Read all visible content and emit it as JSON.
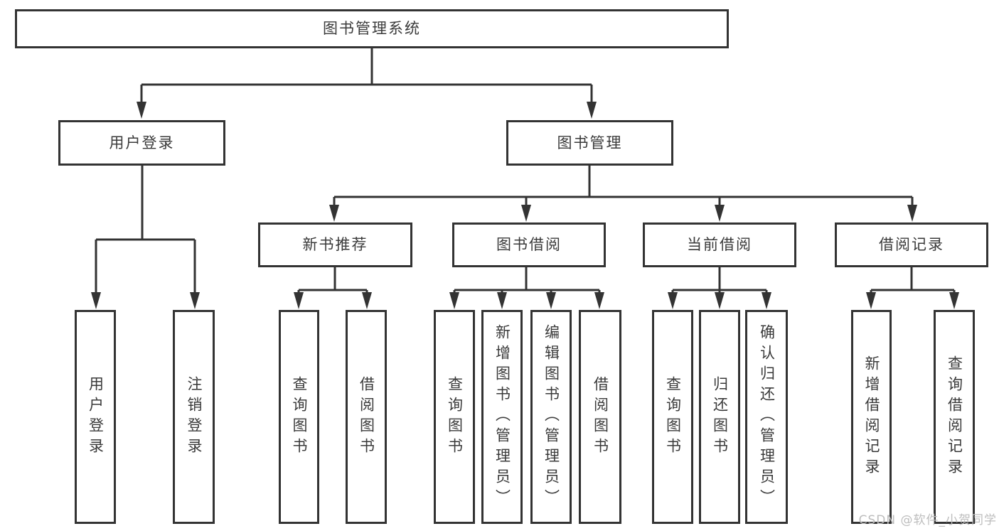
{
  "tree": {
    "root": {
      "label": "图书管理系统",
      "children": [
        {
          "label": "用户登录",
          "children": [
            {
              "label": "用户登录"
            },
            {
              "label": "注销登录"
            }
          ]
        },
        {
          "label": "图书管理",
          "children": [
            {
              "label": "新书推荐",
              "children": [
                {
                  "label": "查询图书"
                },
                {
                  "label": "借阅图书"
                }
              ]
            },
            {
              "label": "图书借阅",
              "children": [
                {
                  "label": "查询图书"
                },
                {
                  "label": "新增图书（管理员）"
                },
                {
                  "label": "编辑图书（管理员）"
                },
                {
                  "label": "借阅图书"
                }
              ]
            },
            {
              "label": "当前借阅",
              "children": [
                {
                  "label": "查询图书"
                },
                {
                  "label": "归还图书"
                },
                {
                  "label": "确认归还（管理员）"
                }
              ]
            },
            {
              "label": "借阅记录",
              "children": [
                {
                  "label": "新增借阅记录"
                },
                {
                  "label": "查询借阅记录"
                }
              ]
            }
          ]
        }
      ]
    }
  },
  "watermark": "CSDN @软件_小贺同学",
  "colors": {
    "line": "#333333",
    "text": "#3a3a3a",
    "watermark": "#bdbdbd",
    "background": "#ffffff"
  }
}
